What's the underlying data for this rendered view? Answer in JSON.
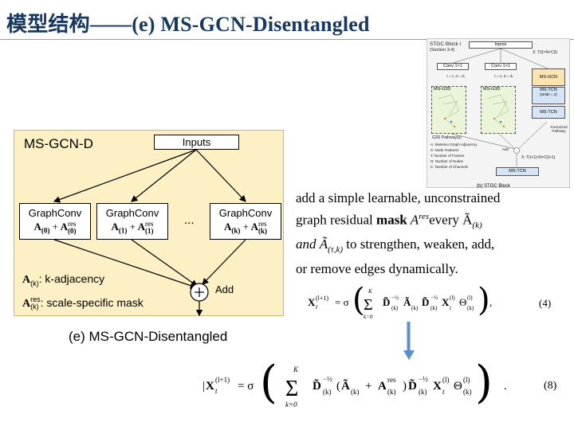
{
  "header": {
    "title": "模型结构——(e) MS-GCN-Disentangled"
  },
  "left_figure": {
    "panel_title": "MS-GCN-D",
    "inputs_label": "Inputs",
    "graphconv_label": "GraphConv",
    "boxes": [
      {
        "a": "A",
        "a_sub": "(0)",
        "plus": "+",
        "ares": "A",
        "ares_sup": "res",
        "ares_sub": "(0)"
      },
      {
        "a": "A",
        "a_sub": "(1)",
        "plus": "+",
        "ares": "A",
        "ares_sup": "res",
        "ares_sub": "(1)"
      },
      {
        "a": "A",
        "a_sub": "(k)",
        "plus": "+",
        "ares": "A",
        "ares_sup": "res",
        "ares_sub": "(k)"
      }
    ],
    "dots": "...",
    "add_label": "Add",
    "legend_adj": ": k-adjacency",
    "legend_mask": ": scale-specific mask",
    "caption": "(e) MS-GCN-Disentangled"
  },
  "right_figure": {
    "block_title": "STGC Block l",
    "section": "(Section 3.4)",
    "inputs": "Inputs",
    "conv1": "Conv 1×1",
    "conv2": "Conv 1×1",
    "param1": "τ = τ₁  d = d₁",
    "param2": "τ = τₚ  d = dₚ",
    "g3d_1": "MS-G3D",
    "g3d_2": "MS-G3D",
    "g3d_pathways": "G3D Pathway(s)",
    "ms_gcn": "MS-GCN",
    "ms_tcn_stride": "MS-TCN",
    "stride": "(stride = 2)",
    "ms_tcn_2": "MS-TCN",
    "factorized": "Factorized Pathway",
    "x_in": "X: T(l)×N×C(l)",
    "x_out": "X: T(l+1)×N×C(l+1)",
    "add": "Add",
    "ms_tcn_out": "MS-TCN",
    "legend": [
      "A: Skeleton Graph Adjacency",
      "X: Node Features",
      "T: Number of Frames",
      "N: Number of Nodes",
      "C: Number of Channels"
    ],
    "caption": "(b) STGC Block"
  },
  "body": {
    "line1": "add a simple learnable, unconstrained",
    "line2_a": "graph residual ",
    "line2_mask": "mask",
    "line2_b": " A",
    "line2_sup": "res",
    "line2_c": "every Ã",
    "line2_sub": "(k)",
    "line3_a": "and Ã",
    "line3_sub": "(τ,k)",
    "line3_b": " to strengthen, weaken, add,",
    "line4": "or remove edges dynamically."
  },
  "equations": {
    "eq4_number": "(4)",
    "eq8_number": "(8)"
  },
  "colors": {
    "title": "#17375e",
    "panel": "#fdf0c4",
    "arrow": "#5b8fd0"
  }
}
